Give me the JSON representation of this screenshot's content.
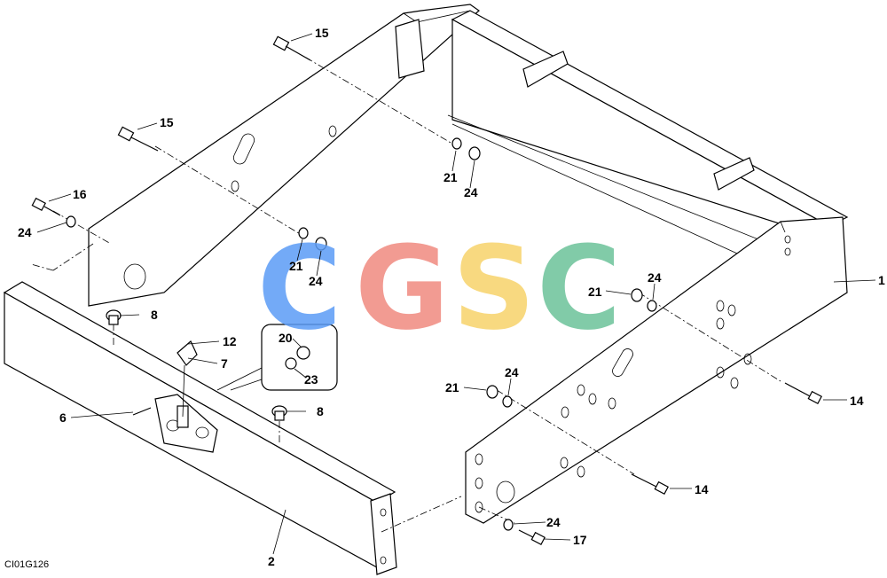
{
  "figure_id": "CI01G126",
  "watermark": {
    "letters": [
      "C",
      "G",
      "S",
      "C"
    ],
    "colors": [
      "#5b9cf6",
      "#f08a80",
      "#f7d36a",
      "#6cc29a"
    ]
  },
  "callouts": [
    "1",
    "2",
    "6",
    "7",
    "8",
    "8",
    "12",
    "14",
    "14",
    "15",
    "15",
    "16",
    "17",
    "20",
    "21",
    "21",
    "21",
    "21",
    "23",
    "24",
    "24",
    "24",
    "24",
    "24",
    "24"
  ]
}
